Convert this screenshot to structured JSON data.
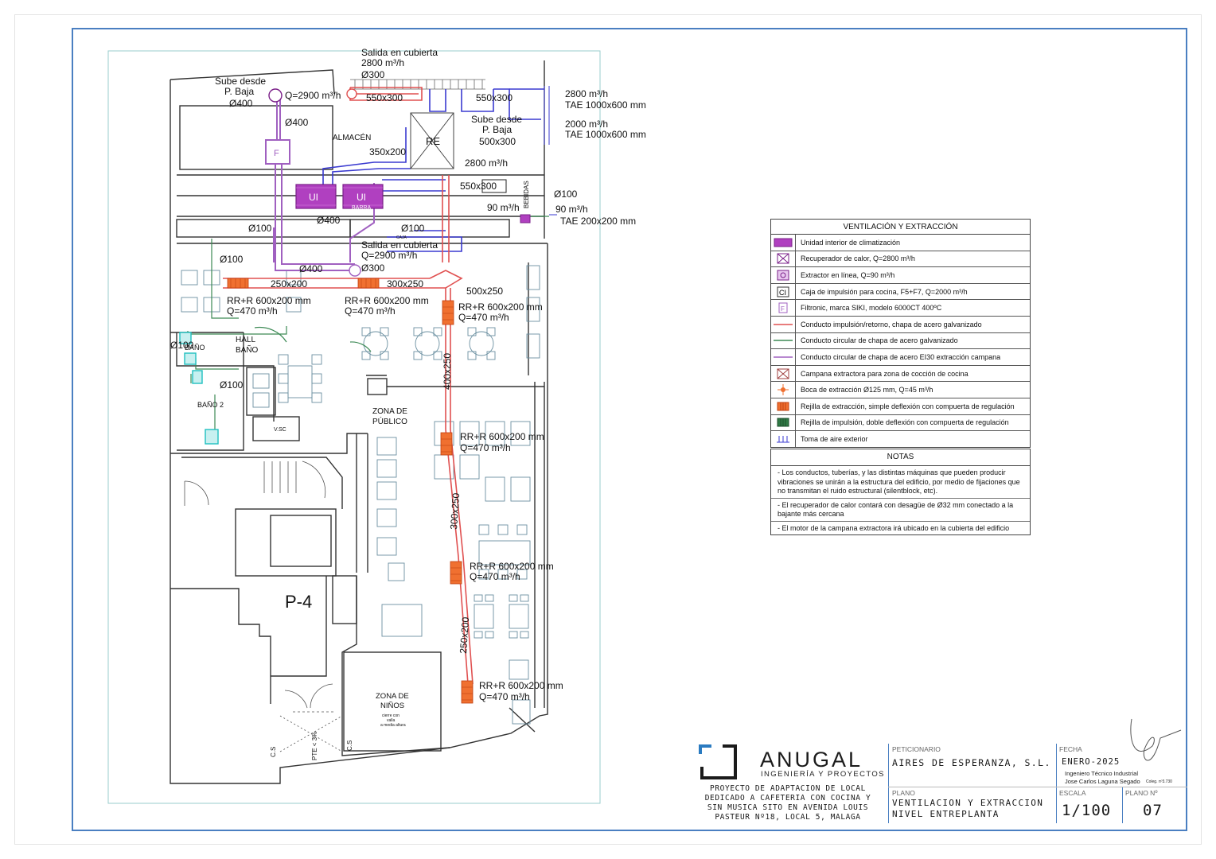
{
  "plan": {
    "rooms": {
      "almacen": "ALMACÉN",
      "hall": [
        "HALL",
        "BAÑO"
      ],
      "banio1": "BAÑO",
      "banio2": "BAÑO 2",
      "zona_publico": [
        "ZONA DE",
        "PÚBLICO"
      ],
      "zona_ninos": [
        "ZONA DE",
        "NIÑOS"
      ],
      "zona_ninos_note": [
        "cierre con",
        "valla",
        "a media altura"
      ],
      "p4": "P-4",
      "barra": "BARRA",
      "caja": "CAJA",
      "bebidas": "BEBIDAS",
      "pte": "PTE < 3%",
      "cs": "C.S",
      "vs": "V.SC"
    },
    "equipment": {
      "ui": "UI",
      "re": "RE",
      "f": "F"
    },
    "annotations": {
      "salida_cubierta": "Salida en cubierta",
      "q2800": "2800 m³/h",
      "d300": "Ø300",
      "sube_pbaja": "Sube desde",
      "p_baja": "P. Baja",
      "d400": "Ø400",
      "q2900_top": "Q=2900 m³/h",
      "d550x300": "550x300",
      "d550x300_b": "550x300",
      "tae_2800": "2800 m³/h",
      "tae_1000": "TAE 1000x600 mm",
      "tae_2000": "2000 m³/h",
      "tae_1000_b": "TAE 1000x600 mm",
      "sube_desde_2": "Sube desde",
      "p_baja_2": "P. Baja",
      "d500x300": "500x300",
      "d400_2": "Ø400",
      "d350x200": "350x200",
      "q2800_re": "2800 m³/h",
      "d550x300_c": "550x300",
      "d100_beb": "Ø100",
      "q90": "90 m³/h",
      "q90_b": "90 m³/h",
      "tae_200": "TAE 200x200 mm",
      "d400_3": "Ø400",
      "d100_a": "Ø100",
      "d100_b": "Ø100",
      "salida_cubierta_2": "Salida en cubierta",
      "q2900_mid": "Q=2900 m³/h",
      "d300_b": "Ø300",
      "d400_4": "Ø400",
      "d100_c": "Ø100",
      "d250x200": "250x200",
      "d300x250": "300x250",
      "d500x250": "500x250",
      "rr1": "RR+R 600x200 mm",
      "rr1q": "Q=470 m³/h",
      "rr2": "RR+R 600x200 mm",
      "rr2q": "Q=470 m³/h",
      "rr3": "RR+R 600x200 mm",
      "rr3q": "Q=470 m³/h",
      "rr4": "RR+R 600x200 mm",
      "rr4q": "Q=470 m³/h",
      "rr5": "RR+R 600x200 mm",
      "rr5q": "Q=470 m³/h",
      "rr6": "RR+R 600x200 mm",
      "rr6q": "Q=470 m³/h",
      "d100_d": "Ø100",
      "d100_e": "Ø100",
      "d400x250": "400x250",
      "d300x250_b": "300x250",
      "d250x200_b": "250x200"
    }
  },
  "legend": {
    "title": "VENTILACIÓN Y EXTRACCIÓN",
    "items": [
      {
        "icon": "purple-box-icon",
        "label": "Unidad interior de climatización"
      },
      {
        "icon": "heat-recovery-icon",
        "label": "Recuperador de calor, Q=2800 m³/h"
      },
      {
        "icon": "inline-extractor-icon",
        "label": "Extractor en línea, Q=90 m³/h"
      },
      {
        "icon": "ci-box-icon",
        "label": "Caja de impulsión para cocina, F5+F7, Q=2000 m³/h",
        "symbol": "CI"
      },
      {
        "icon": "filter-icon",
        "label": "Filtronic, marca SIKI, modelo 6000CT 400ºC",
        "symbol": "F"
      },
      {
        "icon": "red-line-icon",
        "label": "Conducto impulsión/retorno, chapa de acero galvanizado",
        "color": "#e05050"
      },
      {
        "icon": "green-line-icon",
        "label": "Conducto circular de chapa de acero galvanizado",
        "color": "#3d8a55"
      },
      {
        "icon": "violet-line-icon",
        "label": "Conducto circular de chapa de acero EI30 extracción campana",
        "color": "#a060c0"
      },
      {
        "icon": "hood-icon",
        "label": "Campana extractora para zona de cocción de cocina"
      },
      {
        "icon": "extraction-mouth-icon",
        "label": "Boca de extracción Ø125 mm, Q=45 m³/h"
      },
      {
        "icon": "orange-grille-icon",
        "label": "Rejilla de extracción, simple deflexión con compuerta de regulación"
      },
      {
        "icon": "green-grille-icon",
        "label": "Rejilla de impulsión, doble deflexión con compuerta de regulación"
      },
      {
        "icon": "air-intake-icon",
        "label": "Toma de aire exterior"
      }
    ]
  },
  "notes": {
    "title": "NOTAS",
    "items": [
      "- Los conductos, tuberías, y las distintas máquinas que pueden producir vibraciones se unirán a la estructura del edificio, por medio de fijaciones que no transmitan el ruido estructural (silentblock, etc).",
      "- El recuperador de calor contará con desagüe de Ø32 mm conectado a la bajante más cercana",
      "- El motor de la campana extractora irá ubicado en la cubierta del edificio"
    ]
  },
  "title_block": {
    "brand": "ANUGAL",
    "brand_sub": "INGENIERÍA Y PROYECTOS",
    "project": [
      "PROYECTO DE ADAPTACION DE LOCAL",
      "DEDICADO A CAFETERIA CON COCINA Y",
      "SIN MUSICA SITO EN AVENIDA LOUIS",
      "PASTEUR Nº18, LOCAL 5, MALAGA"
    ],
    "peticionario_label": "PETICIONARIO",
    "peticionario": "AIRES DE ESPERANZA, S.L.",
    "fecha_label": "FECHA",
    "fecha": "ENERO-2025",
    "engineer_title": "Ingeniero Técnico Industrial",
    "engineer_name": "Jose Carlos Laguna Segado",
    "coleg": "Coleg. nº3.730",
    "plano_label": "PLANO",
    "plano": [
      "VENTILACION Y EXTRACCION",
      "NIVEL ENTREPLANTA"
    ],
    "escala_label": "ESCALA",
    "escala": "1/100",
    "plano_no_label": "PLANO Nº",
    "plano_no": "07"
  },
  "colors": {
    "frame": "#4a7fc1",
    "duct_red": "#e05050",
    "duct_green": "#3d8a55",
    "duct_violet": "#a060c0",
    "duct_blue": "#3a3ad0",
    "grille_orange": "#f07030",
    "unit_purple": "#b040c0",
    "cyan": "#20c0c0"
  }
}
